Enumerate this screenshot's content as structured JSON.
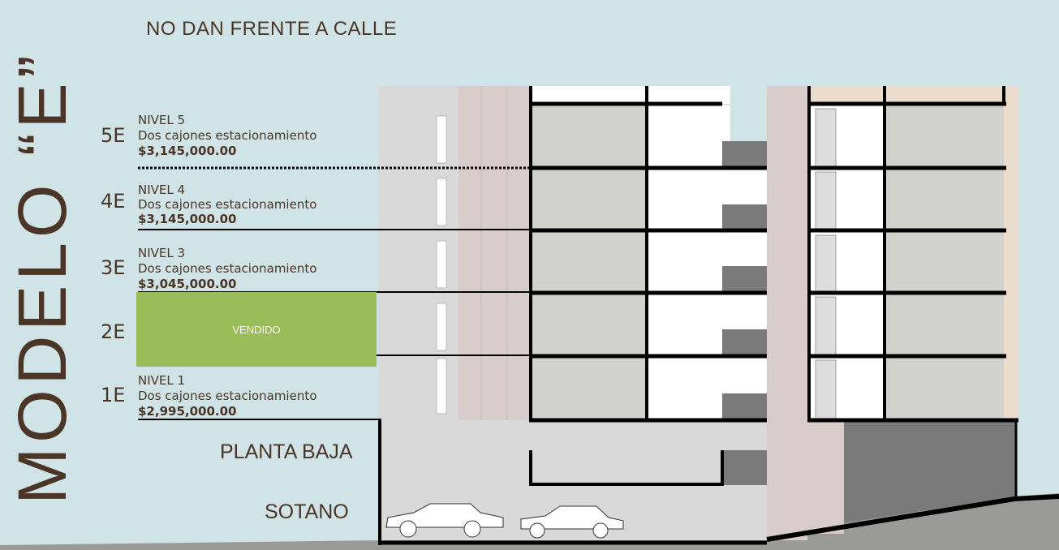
{
  "header": {
    "title": "NO DAN FRENTE A CALLE"
  },
  "model": {
    "title": "MODELO “E”"
  },
  "units": [
    {
      "code": "5E",
      "level": "NIVEL 5",
      "parking": "Dos cajones estacionamiento",
      "price": "$3,145,000.00"
    },
    {
      "code": "4E",
      "level": "NIVEL 4",
      "parking": "Dos cajones estacionamiento",
      "price": "$3,145,000.00"
    },
    {
      "code": "3E",
      "level": "NIVEL 3",
      "parking": "Dos cajones estacionamiento",
      "price": "$3,045,000.00"
    },
    {
      "code": "2E",
      "status": "VENDIDO"
    },
    {
      "code": "1E",
      "level": "NIVEL 1",
      "parking": "Dos cajones estacionamiento",
      "price": "$2,995,000.00"
    }
  ],
  "lower_levels": {
    "ground": "PLANTA BAJA",
    "basement": "SOTANO"
  },
  "colors": {
    "text": "#4a3526",
    "background": "#d0e3e7",
    "sold": "#9bbd59"
  }
}
